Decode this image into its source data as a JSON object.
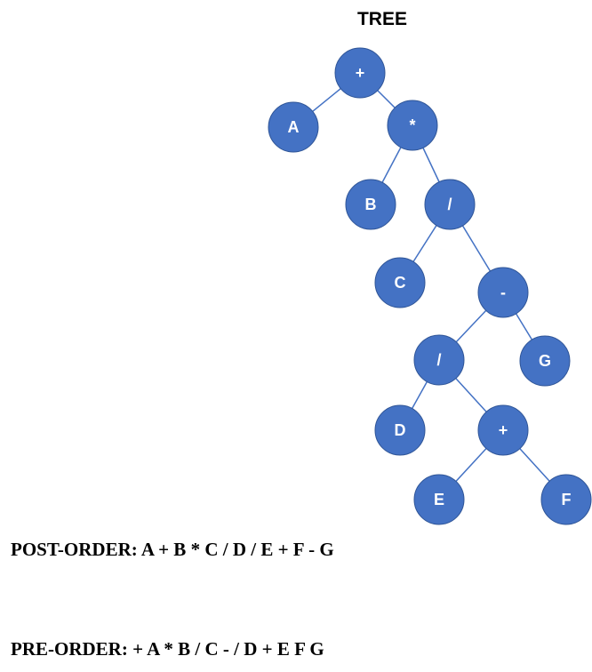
{
  "title": "TREE",
  "colors": {
    "node_fill": "#4472C4",
    "node_stroke": "#2F5597",
    "edge": "#4472C4",
    "label": "#ffffff"
  },
  "tree": {
    "nodes": [
      {
        "id": "n1",
        "label": "+"
      },
      {
        "id": "n2",
        "label": "A"
      },
      {
        "id": "n3",
        "label": "*"
      },
      {
        "id": "n4",
        "label": "B"
      },
      {
        "id": "n5",
        "label": "/"
      },
      {
        "id": "n6",
        "label": "C"
      },
      {
        "id": "n7",
        "label": "-"
      },
      {
        "id": "n8",
        "label": "/"
      },
      {
        "id": "n9",
        "label": "G"
      },
      {
        "id": "n10",
        "label": "D"
      },
      {
        "id": "n11",
        "label": "+"
      },
      {
        "id": "n12",
        "label": "E"
      },
      {
        "id": "n13",
        "label": "F"
      }
    ],
    "edges": [
      {
        "from": "n1",
        "to": "n2"
      },
      {
        "from": "n1",
        "to": "n3"
      },
      {
        "from": "n3",
        "to": "n4"
      },
      {
        "from": "n3",
        "to": "n5"
      },
      {
        "from": "n5",
        "to": "n6"
      },
      {
        "from": "n5",
        "to": "n7"
      },
      {
        "from": "n7",
        "to": "n8"
      },
      {
        "from": "n7",
        "to": "n9"
      },
      {
        "from": "n8",
        "to": "n10"
      },
      {
        "from": "n8",
        "to": "n11"
      },
      {
        "from": "n11",
        "to": "n12"
      },
      {
        "from": "n11",
        "to": "n13"
      }
    ]
  },
  "post_order": "POST-ORDER: A + B * C / D / E + F - G",
  "pre_order": "PRE-ORDER: + A * B / C - / D + E F G"
}
